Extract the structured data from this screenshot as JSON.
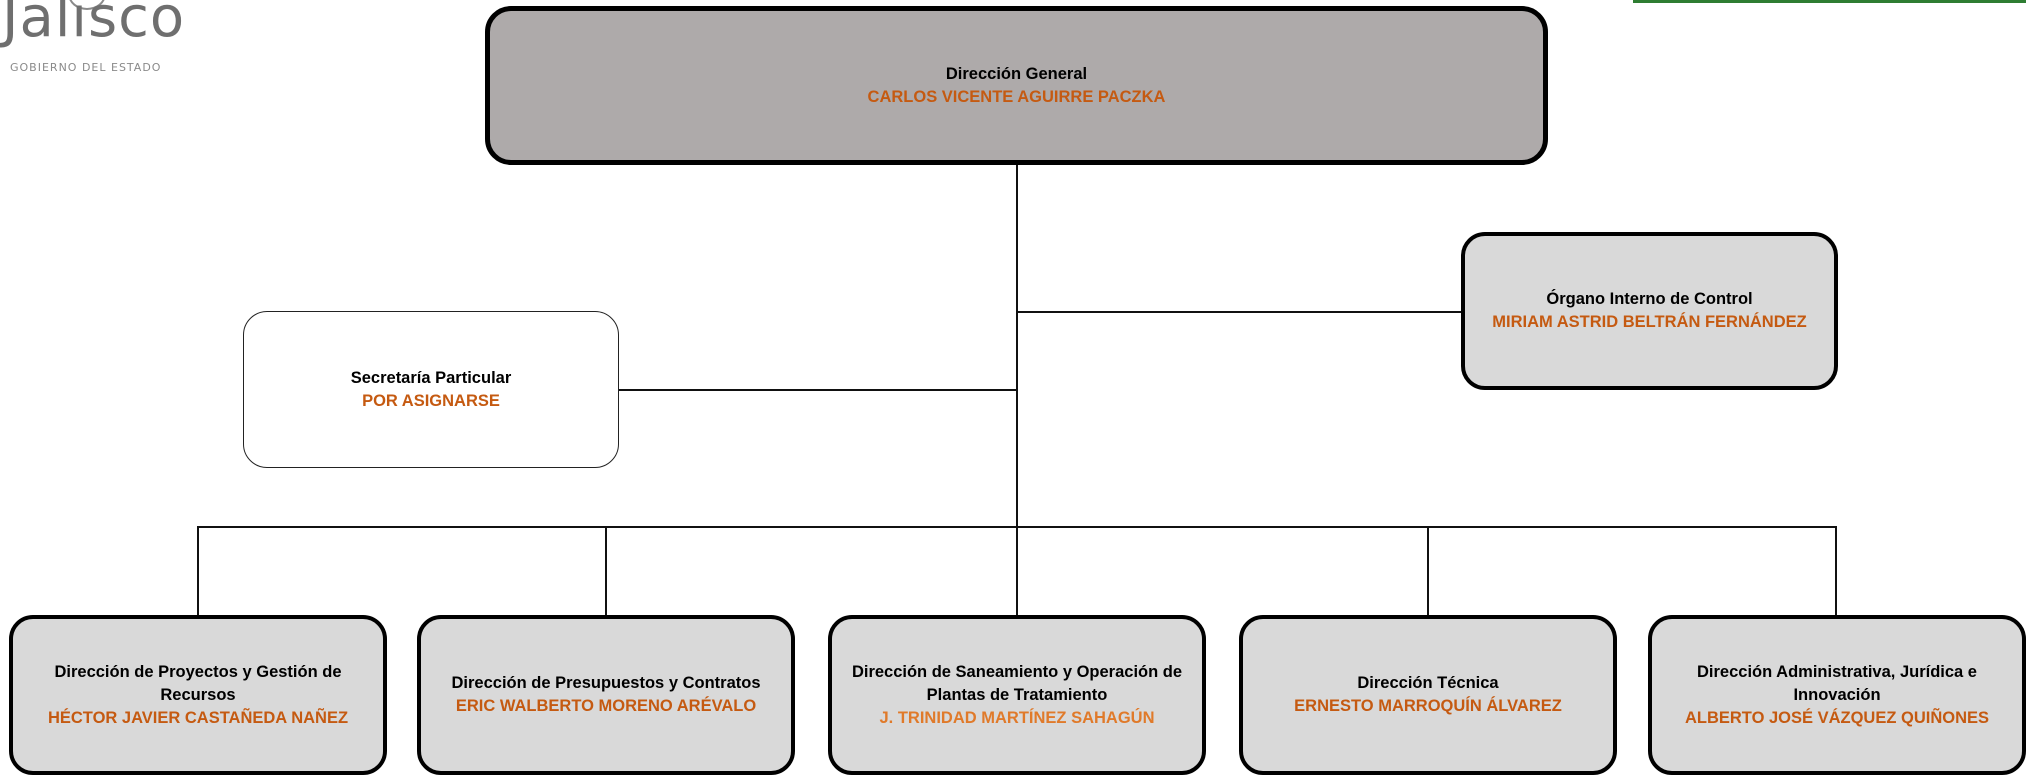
{
  "header": {
    "logo_word": "Jalisco",
    "logo_subtitle": "GOBIERNO DEL ESTADO"
  },
  "colors": {
    "name_text": "#c55a11",
    "top_box_fill": "#aeaaaa",
    "box_fill": "#d9d9d9",
    "accent_rule": "#2e7d32"
  },
  "org": {
    "root": {
      "title": "Dirección General",
      "name": "CARLOS VICENTE AGUIRRE PACZKA"
    },
    "control": {
      "title": "Órgano Interno de Control",
      "name": "MIRIAM ASTRID BELTRÁN FERNÁNDEZ"
    },
    "secretaria": {
      "title": "Secretaría Particular",
      "name": "POR ASIGNARSE"
    },
    "directorates": [
      {
        "title": "Dirección de Proyectos y Gestión de Recursos",
        "name": "HÉCTOR JAVIER CASTAÑEDA NAÑEZ"
      },
      {
        "title": "Dirección de Presupuestos y Contratos",
        "name": "ERIC WALBERTO MORENO ARÉVALO"
      },
      {
        "title": "Dirección  de Saneamiento y Operación de Plantas de Tratamiento",
        "name": "J. TRINIDAD MARTÍNEZ SAHAGÚN"
      },
      {
        "title": "Dirección Técnica",
        "name": "ERNESTO MARROQUÍN ÁLVAREZ"
      },
      {
        "title": "Dirección Administrativa, Jurídica e Innovación",
        "name": "ALBERTO JOSÉ VÁZQUEZ QUIÑONES"
      }
    ]
  }
}
